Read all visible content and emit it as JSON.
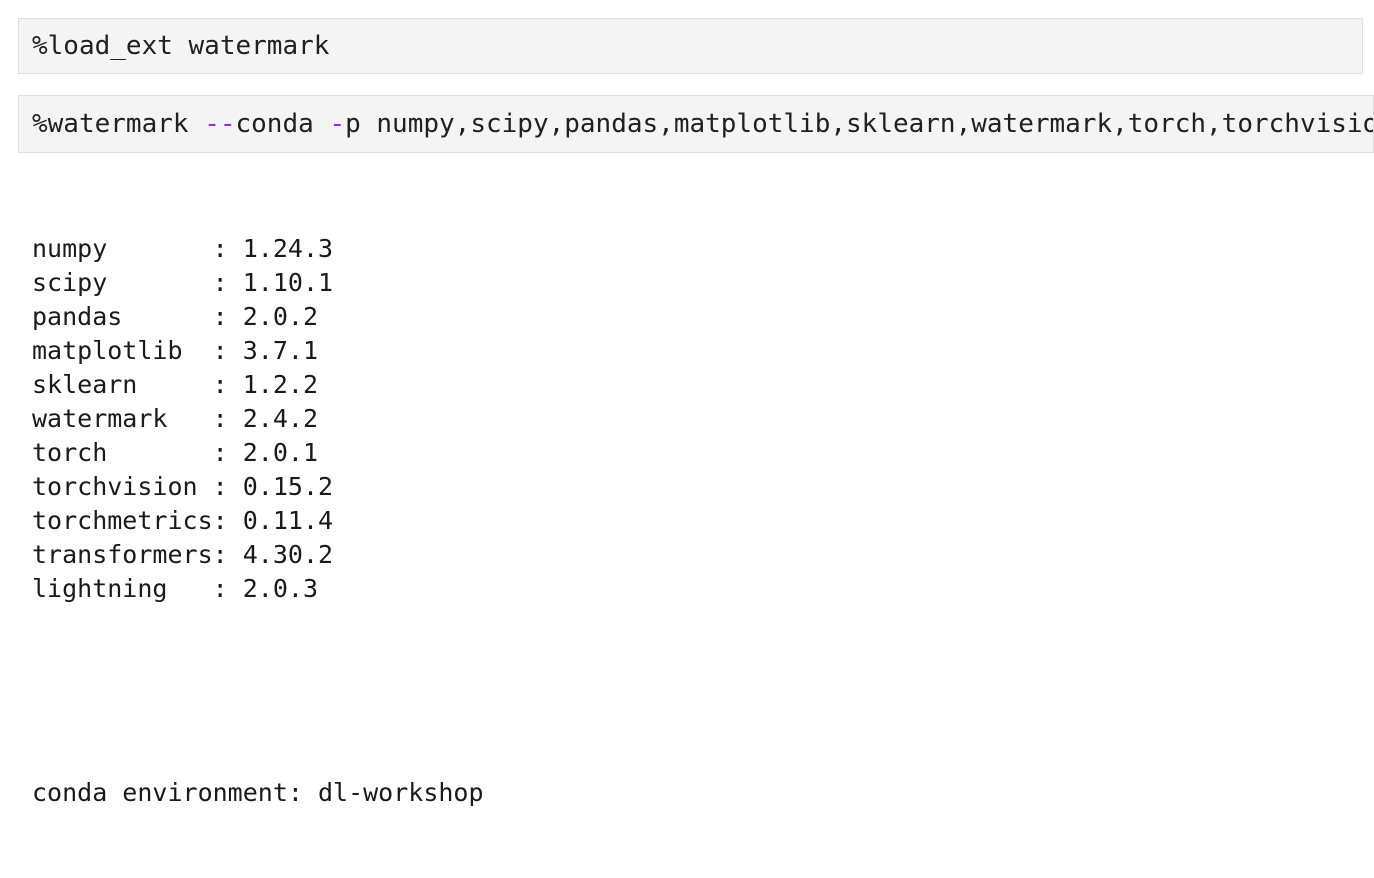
{
  "cells": [
    {
      "id": "cell-1",
      "kind": "code-input",
      "source": "%load_ext watermark"
    },
    {
      "id": "cell-2",
      "kind": "code-input",
      "source_prefix": "%watermark ",
      "flag_1": "--",
      "flag_1_word": "conda",
      "flag_2": "-",
      "flag_2_word": "p ",
      "packages_arg": "numpy,scipy,pandas,matplotlib,sklearn,watermark,torch,torchvision,torchmetrics,transformers,lightning",
      "full_source": "%watermark --conda -p numpy,scipy,pandas,matplotlib,sklearn,watermark,torch,torchvision,torchmetrics,transformers,lightning",
      "visible_truncated": "%watermark --conda -p numpy,scipy,pandas,matplotlib,sklearn,watermark,torch,torchvisi"
    }
  ],
  "output": {
    "separator": ": ",
    "name_pad": 12,
    "packages": [
      {
        "name": "numpy",
        "version": "1.24.3"
      },
      {
        "name": "scipy",
        "version": "1.10.1"
      },
      {
        "name": "pandas",
        "version": "2.0.2"
      },
      {
        "name": "matplotlib",
        "version": "3.7.1"
      },
      {
        "name": "sklearn",
        "version": "1.2.2"
      },
      {
        "name": "watermark",
        "version": "2.4.2"
      },
      {
        "name": "torch",
        "version": "2.0.1"
      },
      {
        "name": "torchvision",
        "version": "0.15.2"
      },
      {
        "name": "torchmetrics",
        "version": "0.11.4"
      },
      {
        "name": "transformers",
        "version": "4.30.2"
      },
      {
        "name": "lightning",
        "version": "2.0.3"
      }
    ],
    "conda_line": "conda environment: dl-workshop"
  },
  "colors": {
    "page_background": "#ffffff",
    "cell_background": "#f4f4f4",
    "cell_border": "#e0e0e0",
    "text": "#1a1a1a",
    "flag_purple": "#a520f0"
  }
}
